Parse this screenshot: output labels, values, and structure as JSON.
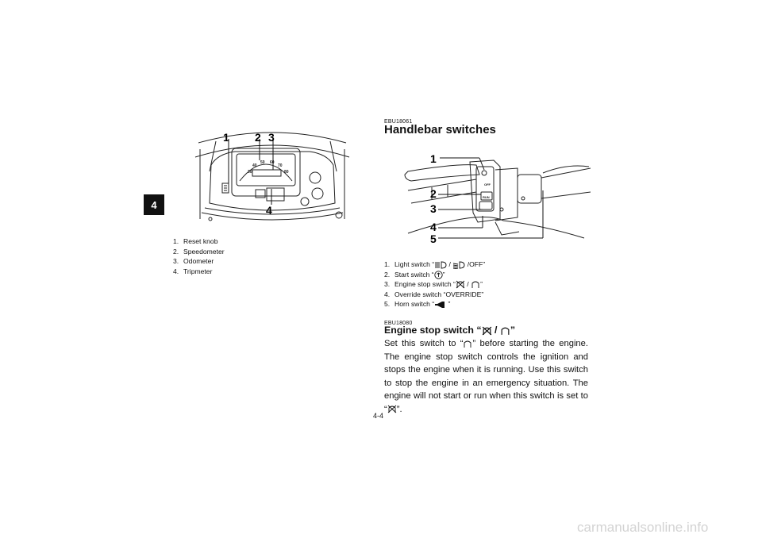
{
  "chapter_tab": "4",
  "left_figure": {
    "callouts": [
      "1",
      "2",
      "3",
      "4"
    ],
    "captions": [
      {
        "num": "1.",
        "text": "Reset knob"
      },
      {
        "num": "2.",
        "text": "Speedometer"
      },
      {
        "num": "3.",
        "text": "Odometer"
      },
      {
        "num": "4.",
        "text": "Tripmeter"
      }
    ]
  },
  "section": {
    "code": "EBU18061",
    "title": "Handlebar switches",
    "callouts": [
      "1",
      "2",
      "3",
      "4",
      "5"
    ],
    "captions": [
      {
        "num": "1.",
        "before": "Light switch “",
        "middle": " / ",
        "after": " /OFF”",
        "icons": [
          "high-beam-icon",
          "low-beam-icon"
        ]
      },
      {
        "num": "2.",
        "before": "Start switch “",
        "after": "”",
        "icons": [
          "start-icon"
        ]
      },
      {
        "num": "3.",
        "before": "Engine stop switch “",
        "middle": " / ",
        "after": "”",
        "icons": [
          "engine-off-icon",
          "engine-run-icon"
        ]
      },
      {
        "num": "4.",
        "text": "Override switch “OVERRIDE”"
      },
      {
        "num": "5.",
        "before": "Horn switch “",
        "after": " ”",
        "icons": [
          "horn-icon"
        ]
      }
    ]
  },
  "subsection": {
    "code": "EBU18080",
    "title_before": "Engine stop switch “",
    "title_mid": " / ",
    "title_after": "”",
    "body_part1": "Set this switch to “",
    "body_part2": "” before starting the engine. The engine stop switch controls the ignition and stops the engine when it is running. Use this switch to stop the engine in an emergency situation. The engine will not start or run when this switch is set to “",
    "body_part3": "”."
  },
  "page_number": "4-4",
  "watermark": "carmanualsonline.info",
  "icons": [
    "high-beam-icon",
    "low-beam-icon",
    "start-icon",
    "engine-off-icon",
    "engine-run-icon",
    "horn-icon"
  ]
}
